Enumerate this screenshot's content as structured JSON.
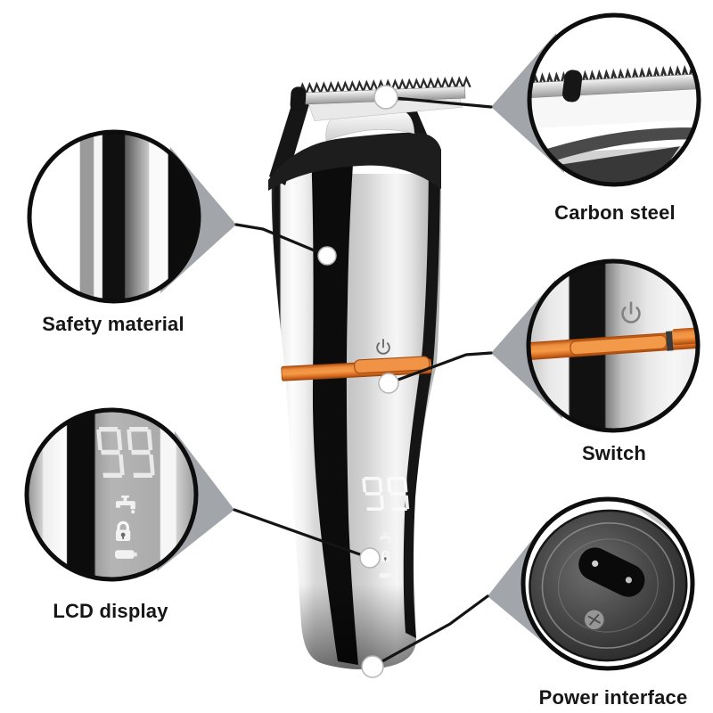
{
  "page": {
    "background_color": "#ffffff",
    "accent_color": "#e87a2e",
    "description": "Hair clipper product feature diagram with five zoom callouts"
  },
  "product": {
    "name": "hair-clipper",
    "lcd_value": "99",
    "display_icons": [
      "faucet-icon",
      "lock-icon",
      "battery-icon"
    ],
    "power_symbol": "power-icon",
    "band_color": "#e87a2e",
    "body_finish": "chrome"
  },
  "callouts": {
    "carbon_steel": {
      "label": "Carbon steel"
    },
    "safety_material": {
      "label": "Safety material"
    },
    "switch": {
      "label": "Switch"
    },
    "lcd_display": {
      "label": "LCD display"
    },
    "power_interface": {
      "label": "Power interface"
    }
  }
}
